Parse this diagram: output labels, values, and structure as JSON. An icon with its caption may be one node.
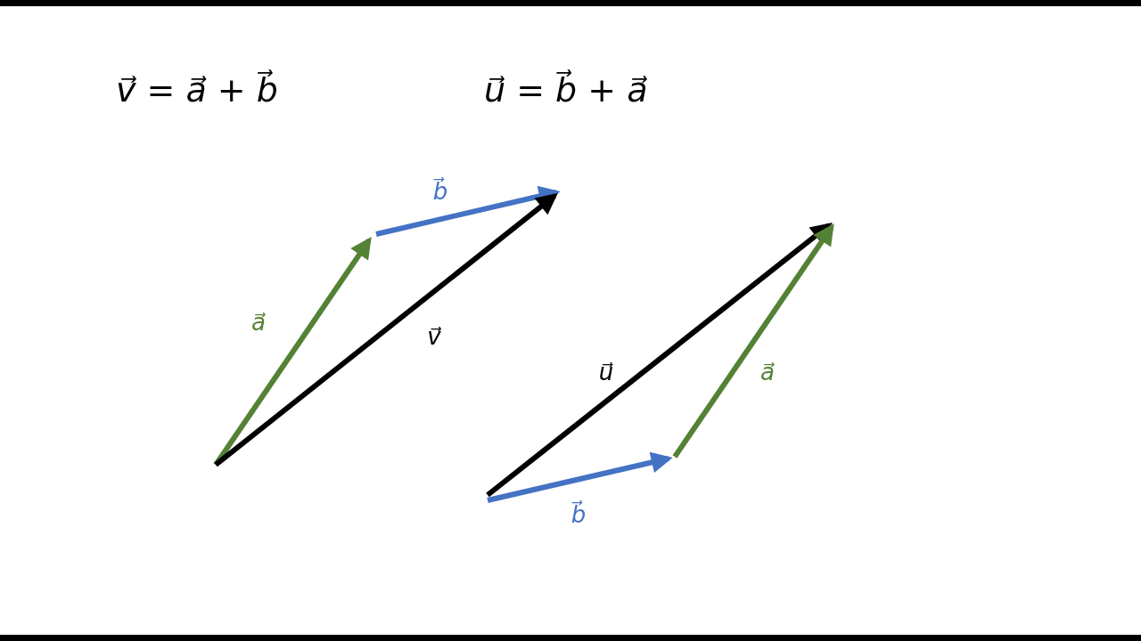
{
  "diagram": {
    "labels": [
      "v⃗ = a⃗ + b⃗",
      "u⃗ = b⃗ + a⃗",
      "b⃗",
      "a⃗",
      "v⃗",
      "u⃗",
      "a⃗",
      "b⃗"
    ]
  }
}
